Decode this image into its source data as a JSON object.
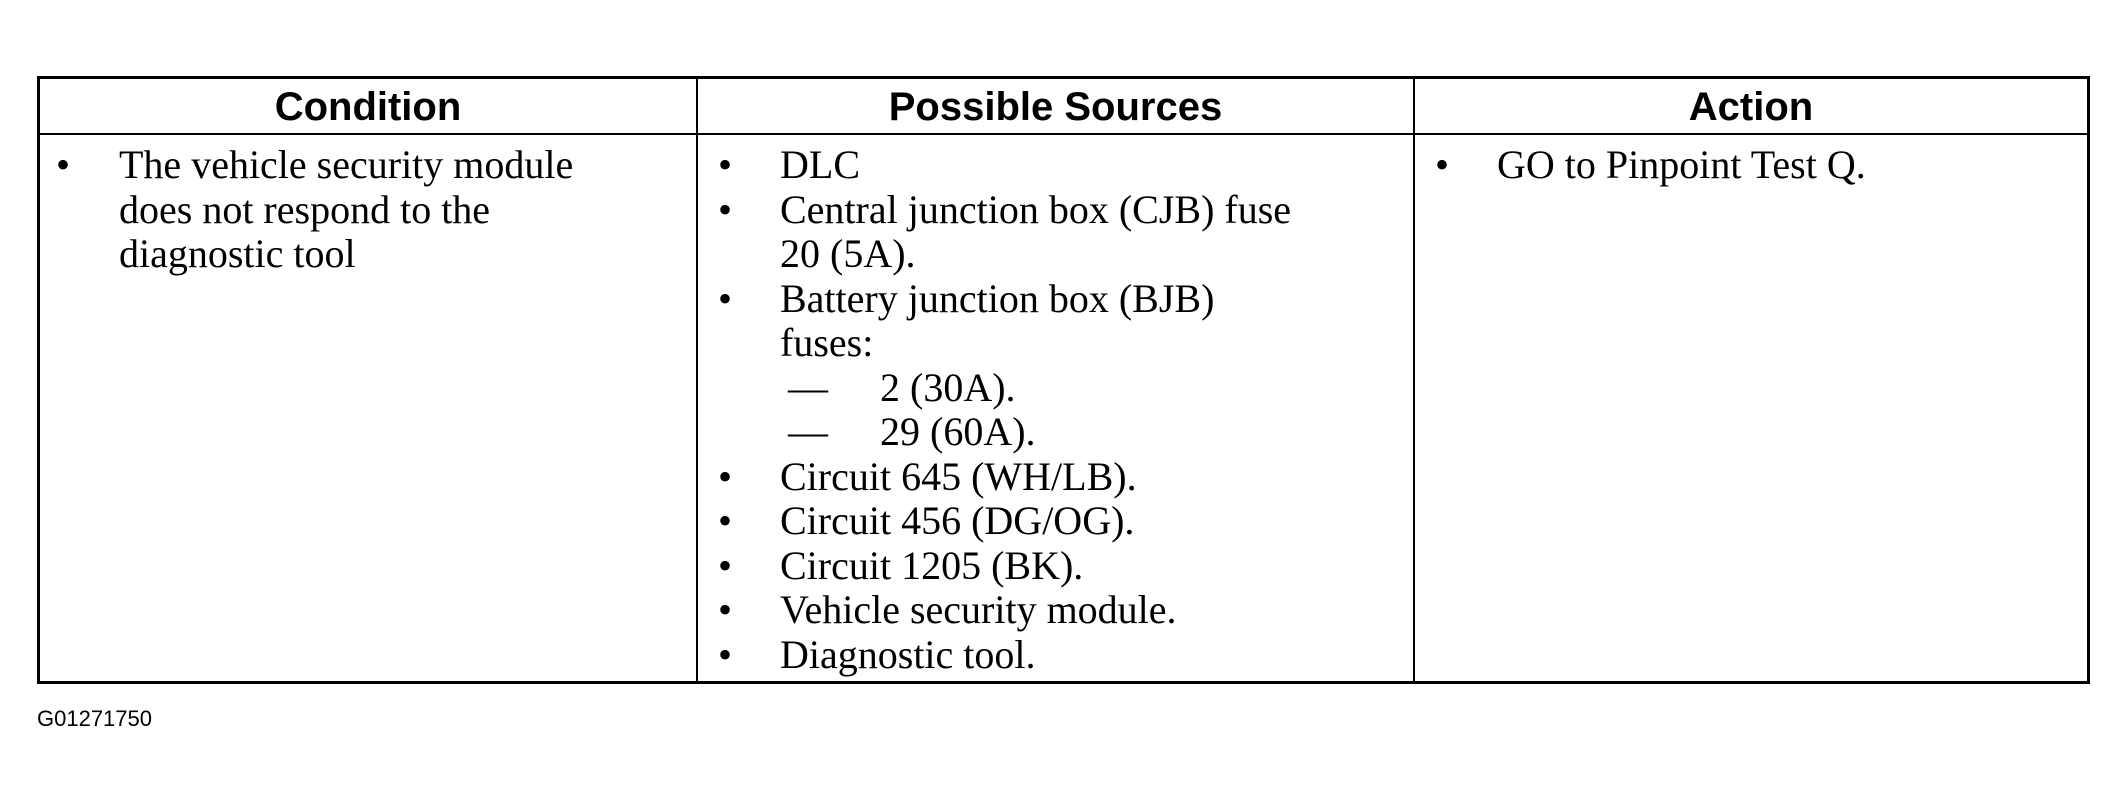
{
  "table": {
    "headers": {
      "condition": "Condition",
      "possible_sources": "Possible Sources",
      "action": "Action"
    },
    "condition": {
      "bullet": "•",
      "text": "The vehicle security module does not respond to the diagnostic tool"
    },
    "possible_sources": {
      "bullet": "•",
      "dash": "—",
      "items": [
        "DLC",
        "Central junction box (CJB) fuse 20 (5A).",
        "Battery junction box (BJB) fuses:",
        "Circuit 645 (WH/LB).",
        "Circuit 456 (DG/OG).",
        "Circuit 1205 (BK).",
        "Vehicle security module.",
        "Diagnostic tool."
      ],
      "bjb_fuses": [
        "2 (30A).",
        "29 (60A)."
      ]
    },
    "action": {
      "bullet": "•",
      "text": "GO to Pinpoint Test Q."
    }
  },
  "figure_id": "G01271750"
}
